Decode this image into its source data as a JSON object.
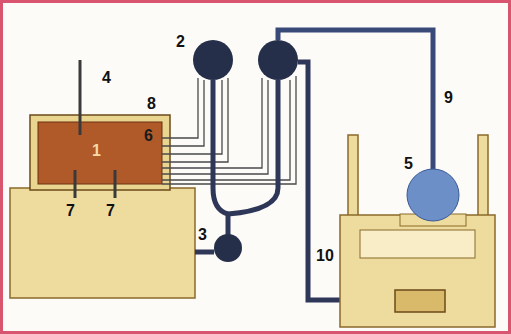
{
  "diagram": {
    "labels": [
      "4",
      "2",
      "1",
      "6",
      "8",
      "9",
      "5",
      "3",
      "10",
      "7",
      "7"
    ]
  }
}
